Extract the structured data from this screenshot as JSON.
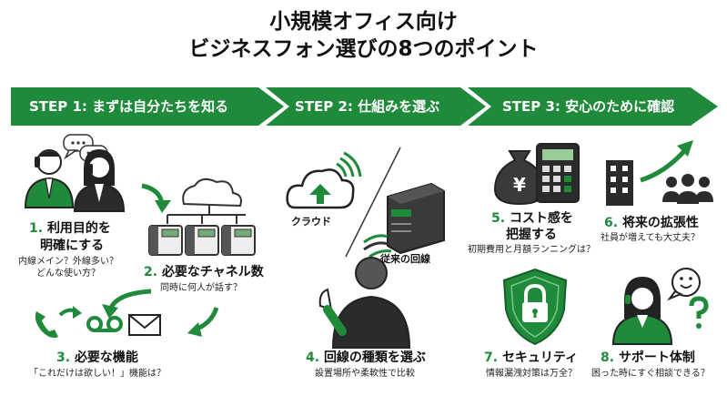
{
  "title": {
    "line1": "小規模オフィス向け",
    "line2": "ビジネスフォン選びの8つのポイント"
  },
  "steps": [
    {
      "label": "STEP 1: まずは自分たちを知る"
    },
    {
      "label": "STEP 2: 仕組みを選ぶ"
    },
    {
      "label": "STEP 3: 安心のために確認"
    }
  ],
  "points": [
    {
      "num": "1.",
      "title_l1": "利用目的を",
      "title_l2": "明確にする",
      "sub_l1": "内線メイン？外線多い？",
      "sub_l2": "どんな使い方？"
    },
    {
      "num": "2.",
      "title": "必要なチャネル数",
      "sub": "同時に何人が話す？"
    },
    {
      "num": "3.",
      "title": "必要な機能",
      "sub": "「これだけは欲しい！」機能は？"
    },
    {
      "num": "4.",
      "title": "回線の種類を選ぶ",
      "sub": "設置場所や柔軟性で比較"
    },
    {
      "num": "5.",
      "title_l1": "コスト感を",
      "title_l2": "把握する",
      "sub": "初期費用と月額ランニングは？"
    },
    {
      "num": "6.",
      "title": "将来の拡張性",
      "sub": "社員が増えても大丈夫？"
    },
    {
      "num": "7.",
      "title": "セキュリティ",
      "sub": "情報漏洩対策は万全？"
    },
    {
      "num": "8.",
      "title": "サポート体制",
      "sub": "困った時にすぐ相談できる？"
    }
  ],
  "captions": {
    "cloud": "クラウド",
    "legacy": "従来の回線"
  },
  "symbols": {
    "yen": "¥"
  },
  "colors": {
    "green": "#1f8a3a",
    "dark": "#2b2b2b"
  }
}
